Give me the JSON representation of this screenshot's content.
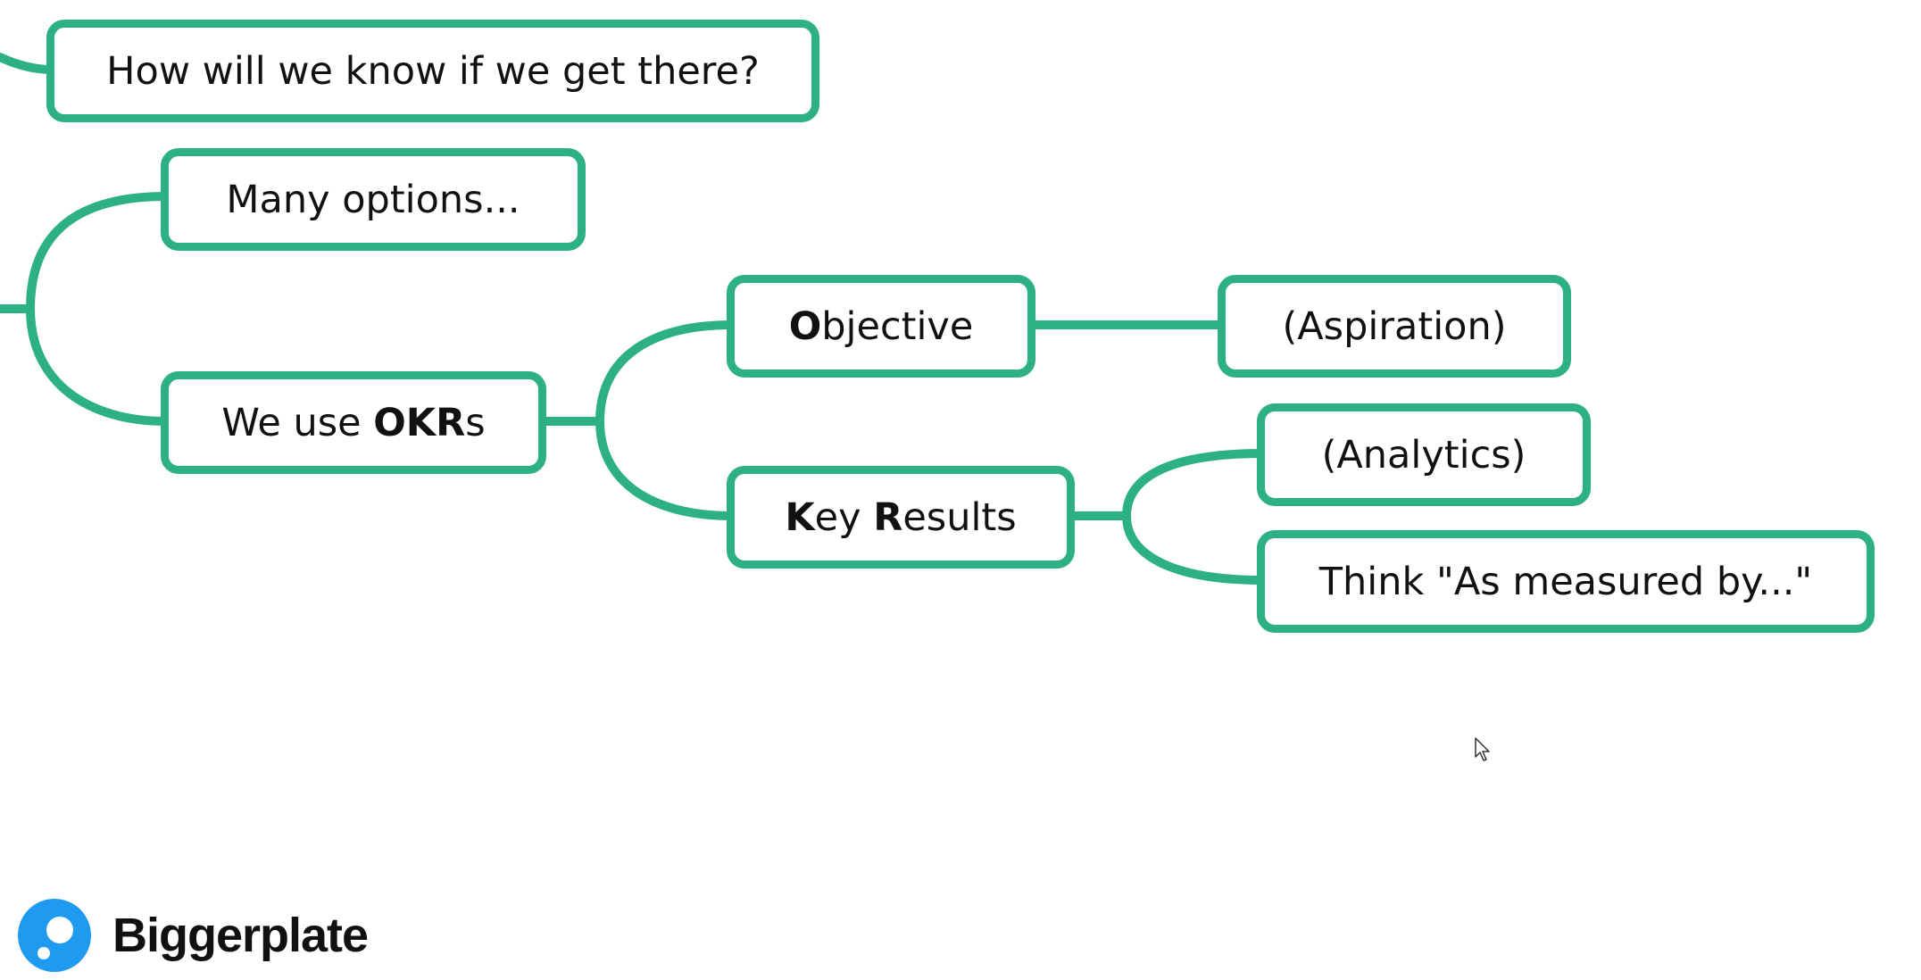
{
  "colors": {
    "accent": "#2db182",
    "text": "#111111",
    "brand": "#1e9bf0"
  },
  "nodes": {
    "know": {
      "text": "How will we know if we get there?"
    },
    "options": {
      "text": "Many options..."
    },
    "okrs": {
      "pre": "We use ",
      "bold": "OKR",
      "post": "s"
    },
    "objective": {
      "bold": "O",
      "post": "bjective"
    },
    "keyresults": {
      "bold1": "K",
      "mid": "ey ",
      "bold2": "R",
      "post": "esults"
    },
    "aspiration": {
      "text": "(Aspiration)"
    },
    "analytics": {
      "text": "(Analytics)"
    },
    "think": {
      "text": "Think \"As measured by...\""
    }
  },
  "brand": {
    "name": "Biggerplate",
    "icon": "biggerplate-logo-icon"
  },
  "cursor": {
    "icon": "mouse-pointer-icon"
  }
}
